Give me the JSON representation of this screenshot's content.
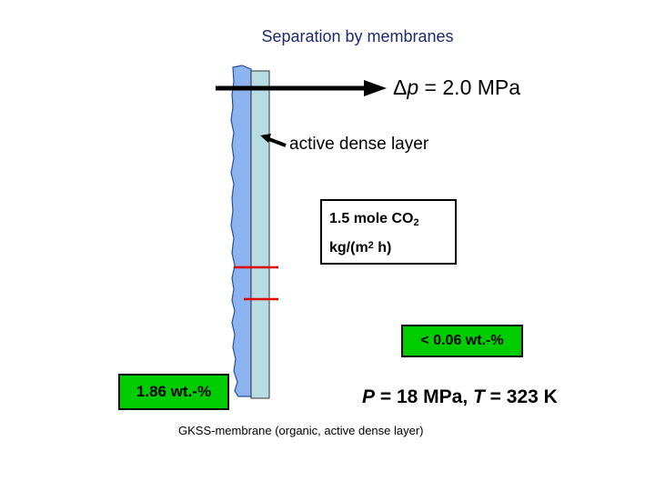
{
  "title": "Separation by membranes",
  "pressure_drop": {
    "symbol": "Δ",
    "variable": "p",
    "value_text": " = 2.0 MPa"
  },
  "dense_layer_label": "active dense layer",
  "flux": {
    "line1_text": "1.5 mole CO",
    "line1_sub": "2",
    "line2_pre": "kg/(m",
    "line2_sup": "2",
    "line2_post": " h)"
  },
  "permeate_concentration": "< 0.06 wt.-%",
  "feed_concentration": "1.86  wt.-%",
  "conditions": {
    "p_var": "P",
    "p_value": " = 18 MPa, ",
    "t_var": "T",
    "t_value": " = 323 K"
  },
  "caption": "GKSS-membrane (organic, active dense layer)",
  "colors": {
    "membrane_support": "#8db4f0",
    "dense_layer": "#b8dce4",
    "marker_lines": "#dd0000",
    "highlight_box": "#00cc00",
    "title_text": "#1f2a6b"
  }
}
